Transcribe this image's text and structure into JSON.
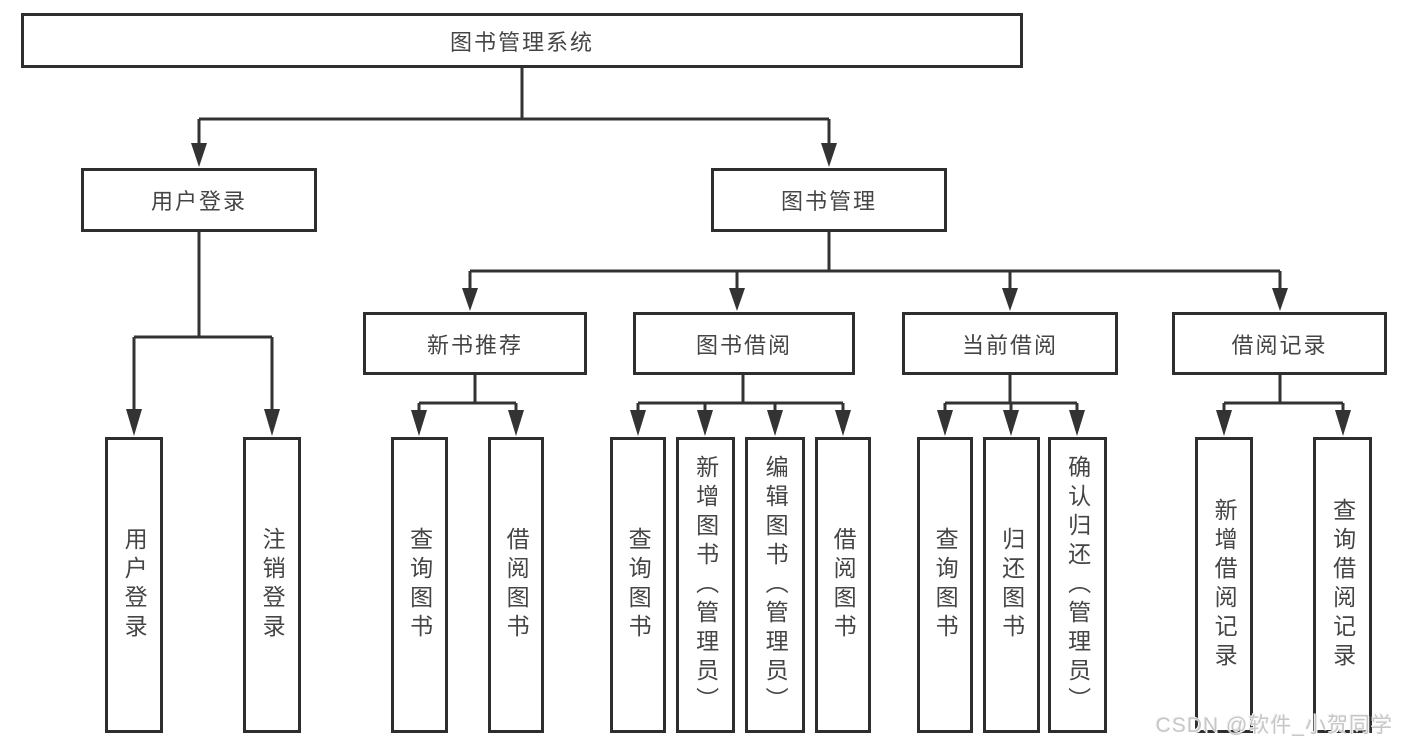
{
  "tree": {
    "root": {
      "label": "图书管理系统"
    },
    "children": [
      {
        "label": "用户登录",
        "children": [
          {
            "label": "用户登录"
          },
          {
            "label": "注销登录"
          }
        ]
      },
      {
        "label": "图书管理",
        "children": [
          {
            "label": "新书推荐",
            "children": [
              {
                "label": "查询图书"
              },
              {
                "label": "借阅图书"
              }
            ]
          },
          {
            "label": "图书借阅",
            "children": [
              {
                "label": "查询图书"
              },
              {
                "label": "新增图书（管理员）"
              },
              {
                "label": "编辑图书（管理员）"
              },
              {
                "label": "借阅图书"
              }
            ]
          },
          {
            "label": "当前借阅",
            "children": [
              {
                "label": "查询图书"
              },
              {
                "label": "归还图书"
              },
              {
                "label": "确认归还（管理员）"
              }
            ]
          },
          {
            "label": "借阅记录",
            "children": [
              {
                "label": "新增借阅记录"
              },
              {
                "label": "查询借阅记录"
              }
            ]
          }
        ]
      }
    ]
  },
  "watermark": "CSDN @软件_小贺同学",
  "colors": {
    "line": "#333333",
    "border": "#2e2e2e",
    "text": "#454545",
    "watermark": "#c7c7c7",
    "background": "#ffffff"
  }
}
